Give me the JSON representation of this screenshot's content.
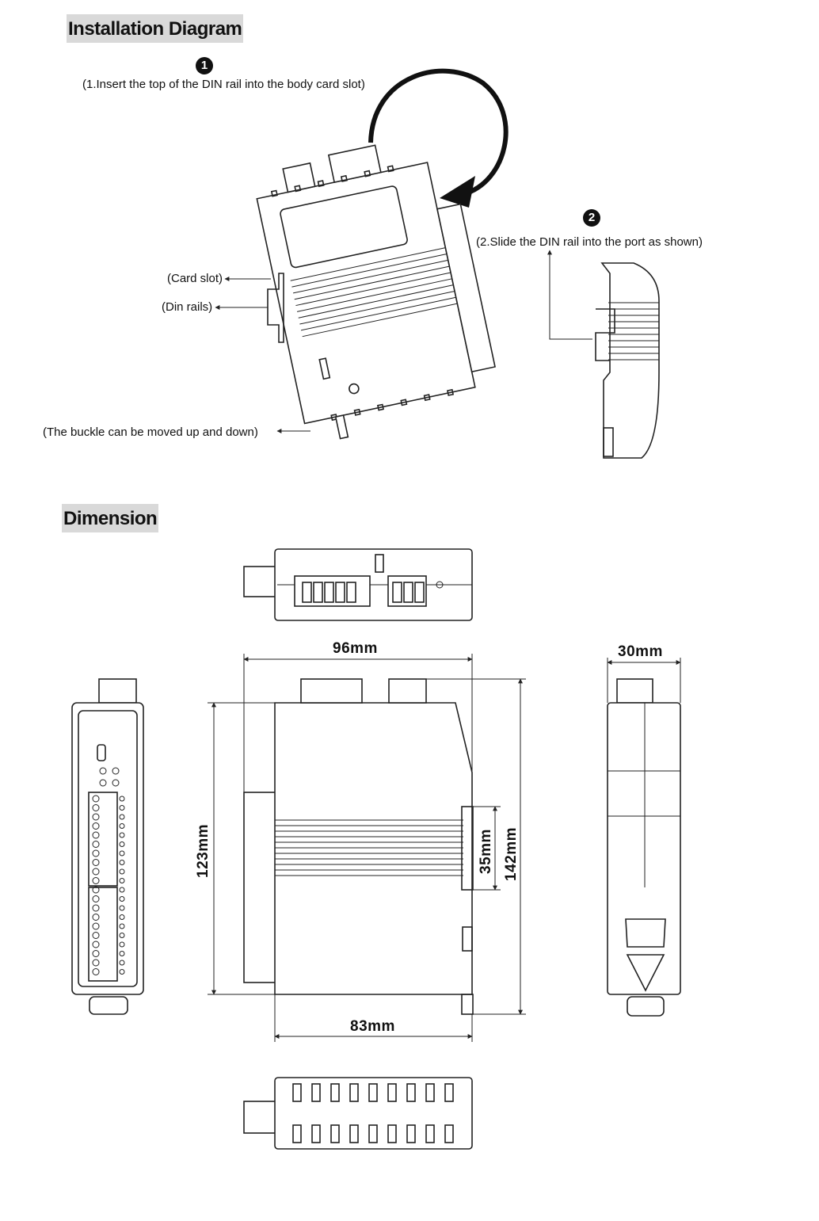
{
  "installation": {
    "title": "Installation Diagram",
    "step1_badge": "1",
    "step1_text": "(1.Insert the top of the DIN rail into the body card slot)",
    "step2_badge": "2",
    "step2_text": "(2.Slide the DIN rail into the port as shown)",
    "card_slot": "(Card slot)",
    "din_rails": "(Din rails)",
    "buckle": "(The buckle can be moved up and down)"
  },
  "dimension": {
    "title": "Dimension",
    "width_total": "96mm",
    "width_base": "83mm",
    "depth": "30mm",
    "height_body": "123mm",
    "height_total": "142mm",
    "rail_height": "35mm"
  }
}
